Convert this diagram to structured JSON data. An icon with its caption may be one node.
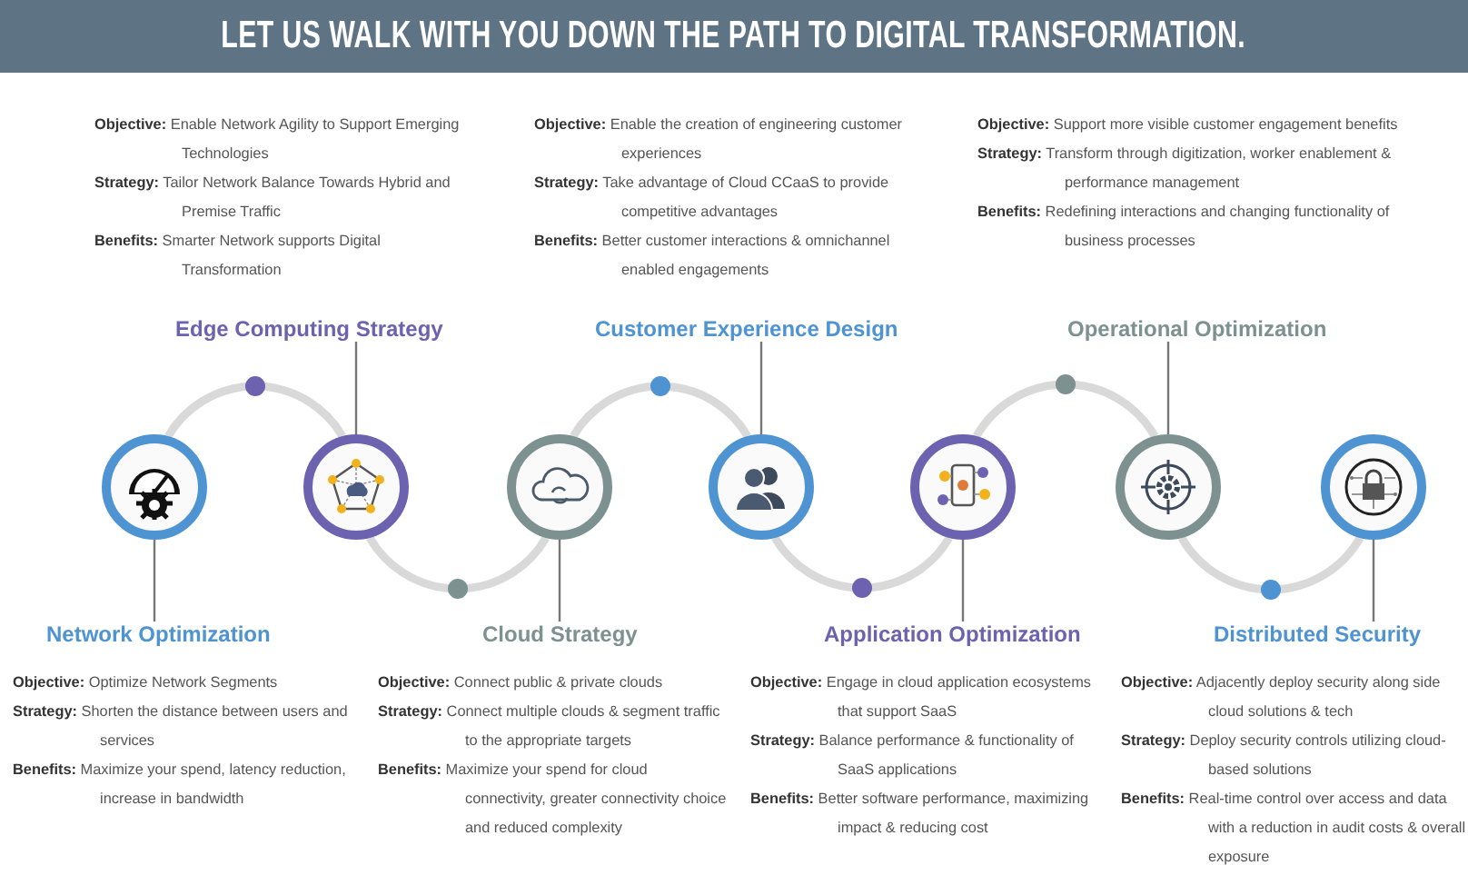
{
  "diagram": {
    "title": "LET US WALK WITH YOU DOWN THE PATH TO DIGITAL TRANSFORMATION.",
    "nodes": [
      {
        "text": [],
        "shape": "picture"
      },
      {
        "text": [],
        "shape": "picture"
      },
      {
        "text": [],
        "shape": "picture"
      },
      {
        "text": [],
        "shape": "picture"
      },
      {
        "text": [],
        "shape": "picture"
      },
      {
        "text": [],
        "shape": "picture"
      },
      {
        "text": [],
        "shape": "picture"
      },
      {
        "text": [
          "Edge Computing Strategy"
        ],
        "beside": [
          "**Objective:** Enable Network Agility to Support Emerging Technologies",
          "**Strategy:** Tailor Network Balance Towards Hybrid and Premise Traffic",
          "**Benefits:** Smarter Network supports Digital Transformation"
        ]
      },
      {
        "text": [
          "Customer Experience Design"
        ],
        "beside": [
          "**Objective:** Enable the creation of engineering customer experiences",
          "**Strategy:** Take advantage of Cloud CCaaS to provide competitive advantages",
          "**Benefits:** Better customer interactions & omnichannel enabled engagements"
        ]
      },
      {
        "text": [
          "Operational Optimization"
        ],
        "beside": [
          "**Objective:** Support more visible customer engagement benefits",
          "**Strategy:** Transform through digitization, worker enablement & performance management",
          "**Benefits:** Redefining interactions and changing functionality of business processes"
        ]
      },
      {
        "text": [
          "Network Optimization"
        ],
        "beside": [
          "**Objective:** Optimize Network Segments",
          "**Strategy:** Shorten the distance between users and services",
          "**Benefits:** Maximize your spend, latency reduction, increase in bandwidth"
        ]
      },
      {
        "text": [
          "Cloud Strategy"
        ],
        "beside": [
          "**Objective:** Connect public & private clouds",
          "**Strategy:** Connect multiple clouds & segment traffic to the appropriate targets",
          "**Benefits:** Maximize your spend for cloud connectivity, greater connectivity choice and reduced complexity"
        ]
      },
      {
        "text": [
          "Application Optimization"
        ],
        "beside": [
          "**Objective:** Engage in cloud application ecosystems that support SaaS",
          "**Strategy:** Balance performance & functionality of SaaS applications",
          "**Benefits:** Better software performance, maximizing impact & reducing cost"
        ]
      },
      {
        "text": [
          "Distributed Security"
        ],
        "beside": [
          "**Objective:** Adjacently deploy security along side cloud solutions & tech",
          "**Strategy:** Deploy security controls utilizing cloud-based solutions",
          "**Benefits:** Real-time control over access and data with a reduction in audit costs & overall exposure"
        ]
      }
    ],
    "edges": [
      {
        "from": 0,
        "to": 1,
        "arrow": "none",
        "style": "thick",
        "color": "#d9d9d9"
      },
      {
        "from": 1,
        "to": 2,
        "arrow": "none",
        "style": "thick",
        "color": "#d9d9d9"
      },
      {
        "from": 2,
        "to": 3,
        "arrow": "none",
        "style": "thick",
        "color": "#d9d9d9"
      },
      {
        "from": 3,
        "to": 4,
        "arrow": "none",
        "style": "thick",
        "color": "#d9d9d9"
      },
      {
        "from": 4,
        "to": 5,
        "arrow": "none",
        "style": "thick",
        "color": "#d9d9d9"
      },
      {
        "from": 5,
        "to": 6,
        "arrow": "none",
        "style": "thick",
        "color": "#d9d9d9"
      },
      {
        "from": 7,
        "to": 1,
        "arrow": "none"
      },
      {
        "from": 8,
        "to": 3,
        "arrow": "none"
      },
      {
        "from": 9,
        "to": 5,
        "arrow": "none"
      },
      {
        "from": 0,
        "to": 10,
        "arrow": "none"
      },
      {
        "from": 2,
        "to": 11,
        "arrow": "none"
      },
      {
        "from": 4,
        "to": 12,
        "arrow": "none"
      },
      {
        "from": 6,
        "to": 13,
        "arrow": "none"
      }
    ]
  }
}
